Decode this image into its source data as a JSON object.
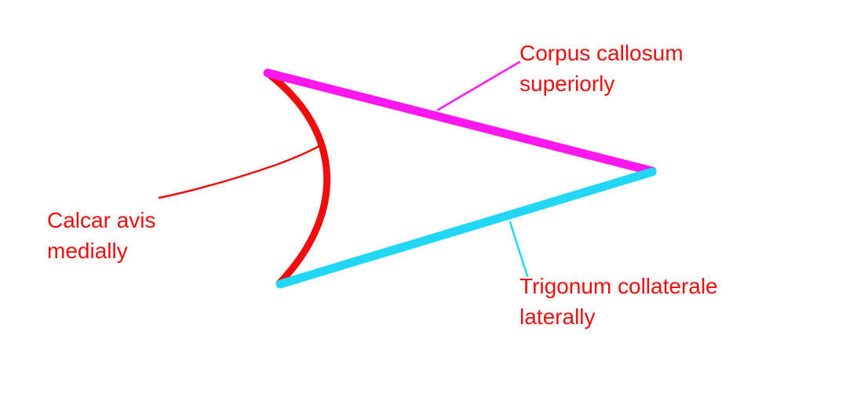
{
  "colors": {
    "label_text": "#f00d0d",
    "superior_wall": "#ff17f0",
    "medial_wall": "#f00d0d",
    "lateral_wall": "#21d7f5",
    "background": "#ffffff"
  },
  "labels": {
    "corpus_callosum": {
      "line1": "Corpus callosum",
      "line2": "superiorly"
    },
    "calcar_avis": {
      "line1": "Calcar avis",
      "line2": "medially"
    },
    "trigonum_collaterale": {
      "line1": "Trigonum collaterale",
      "line2": "laterally"
    }
  }
}
